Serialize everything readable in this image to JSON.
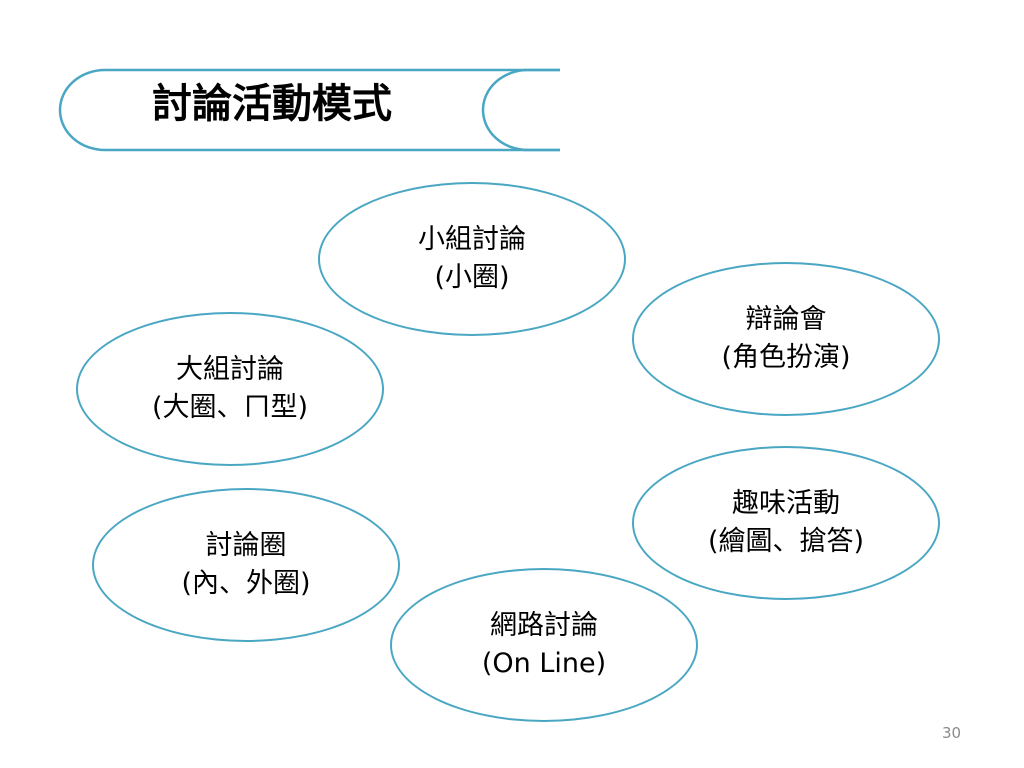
{
  "title": "討論活動模式",
  "accent_color": "#4aa7c3",
  "nodes": [
    {
      "line1": "小組討論",
      "line2": "(小圈)"
    },
    {
      "line1": "辯論會",
      "line2": "(角色扮演)"
    },
    {
      "line1": "大組討論",
      "line2": "(大圈、ㄇ型)"
    },
    {
      "line1": "趣味活動",
      "line2": "(繪圖、搶答)"
    },
    {
      "line1": "討論圈",
      "line2": "(內、外圈)"
    },
    {
      "line1": "網路討論",
      "line2": "(On  Line)"
    }
  ],
  "page_number": "30"
}
